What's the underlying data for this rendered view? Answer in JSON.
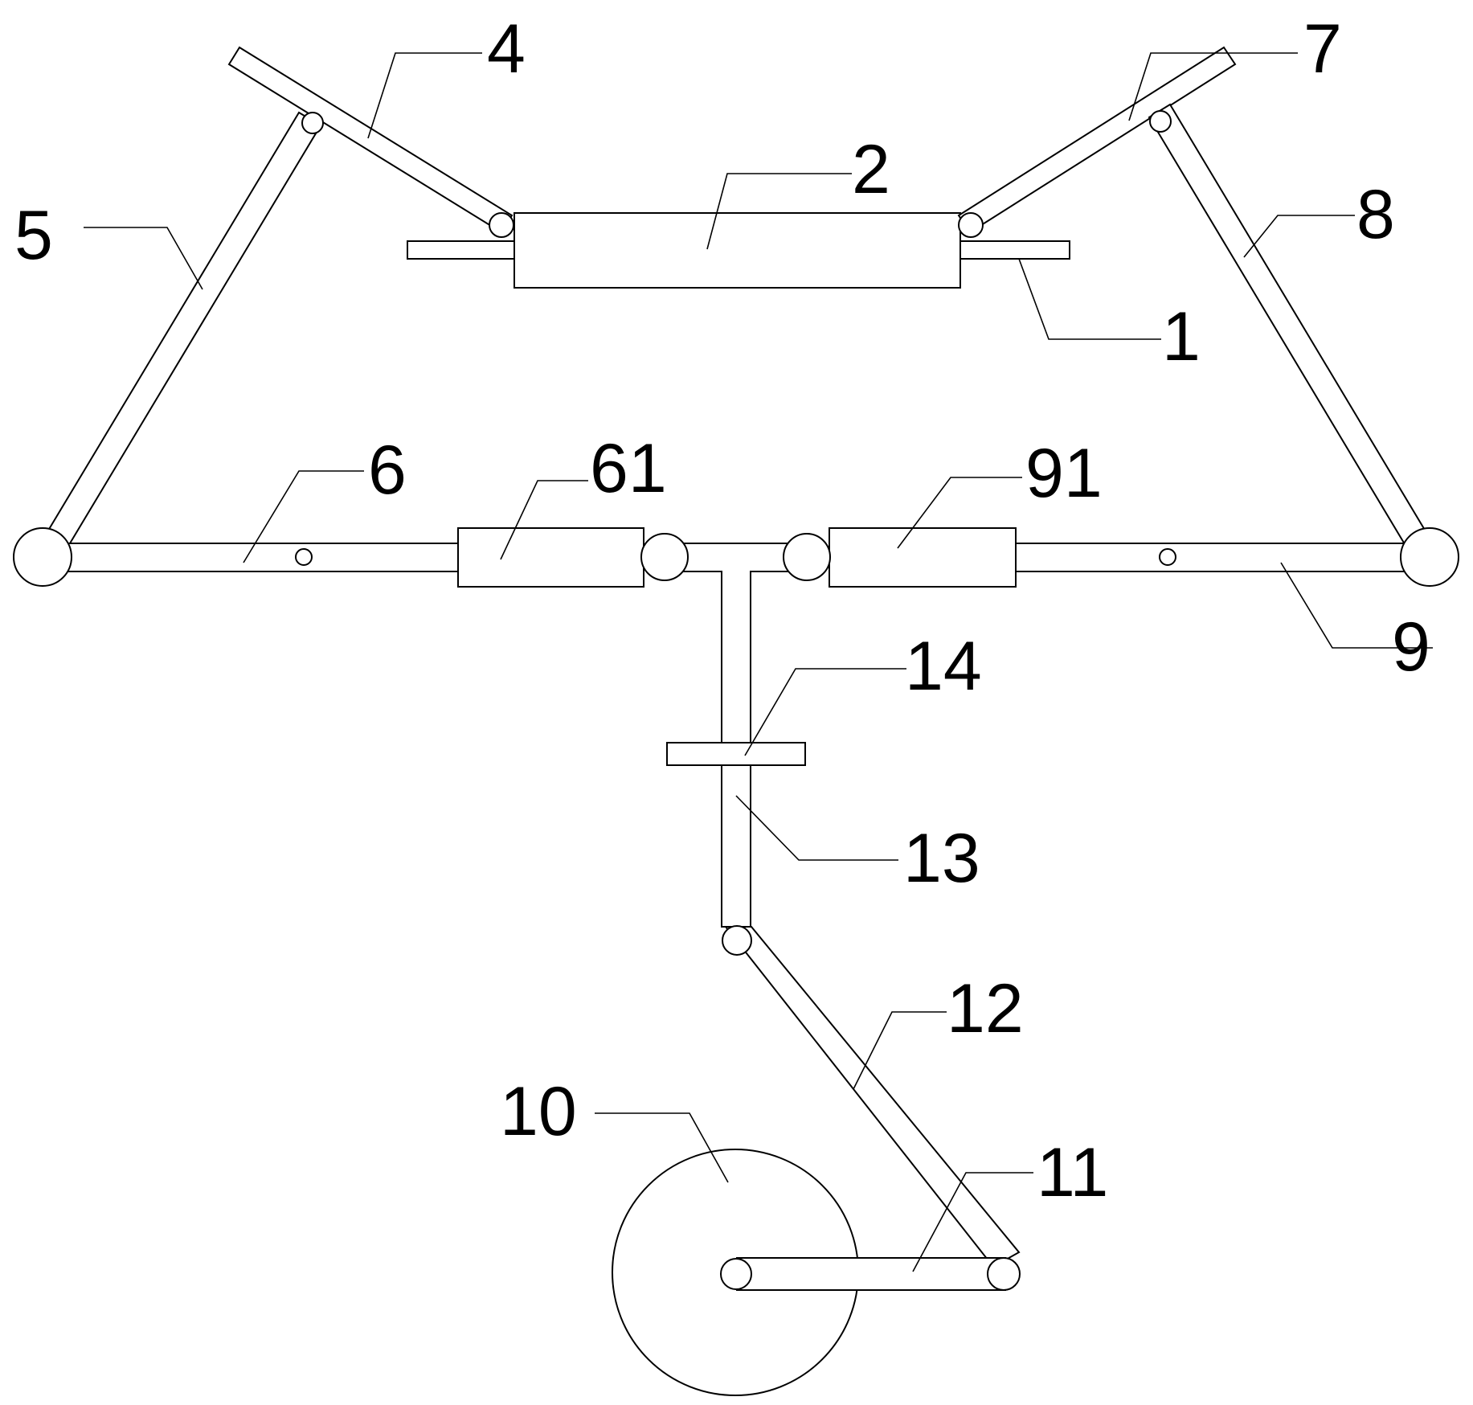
{
  "labels": {
    "l1": "1",
    "l2": "2",
    "l4": "4",
    "l5": "5",
    "l6": "6",
    "l61": "61",
    "l7": "7",
    "l8": "8",
    "l9": "9",
    "l91": "91",
    "l10": "10",
    "l11": "11",
    "l12": "12",
    "l13": "13",
    "l14": "14"
  },
  "colors": {
    "stroke": "#000000",
    "background": "#ffffff"
  }
}
